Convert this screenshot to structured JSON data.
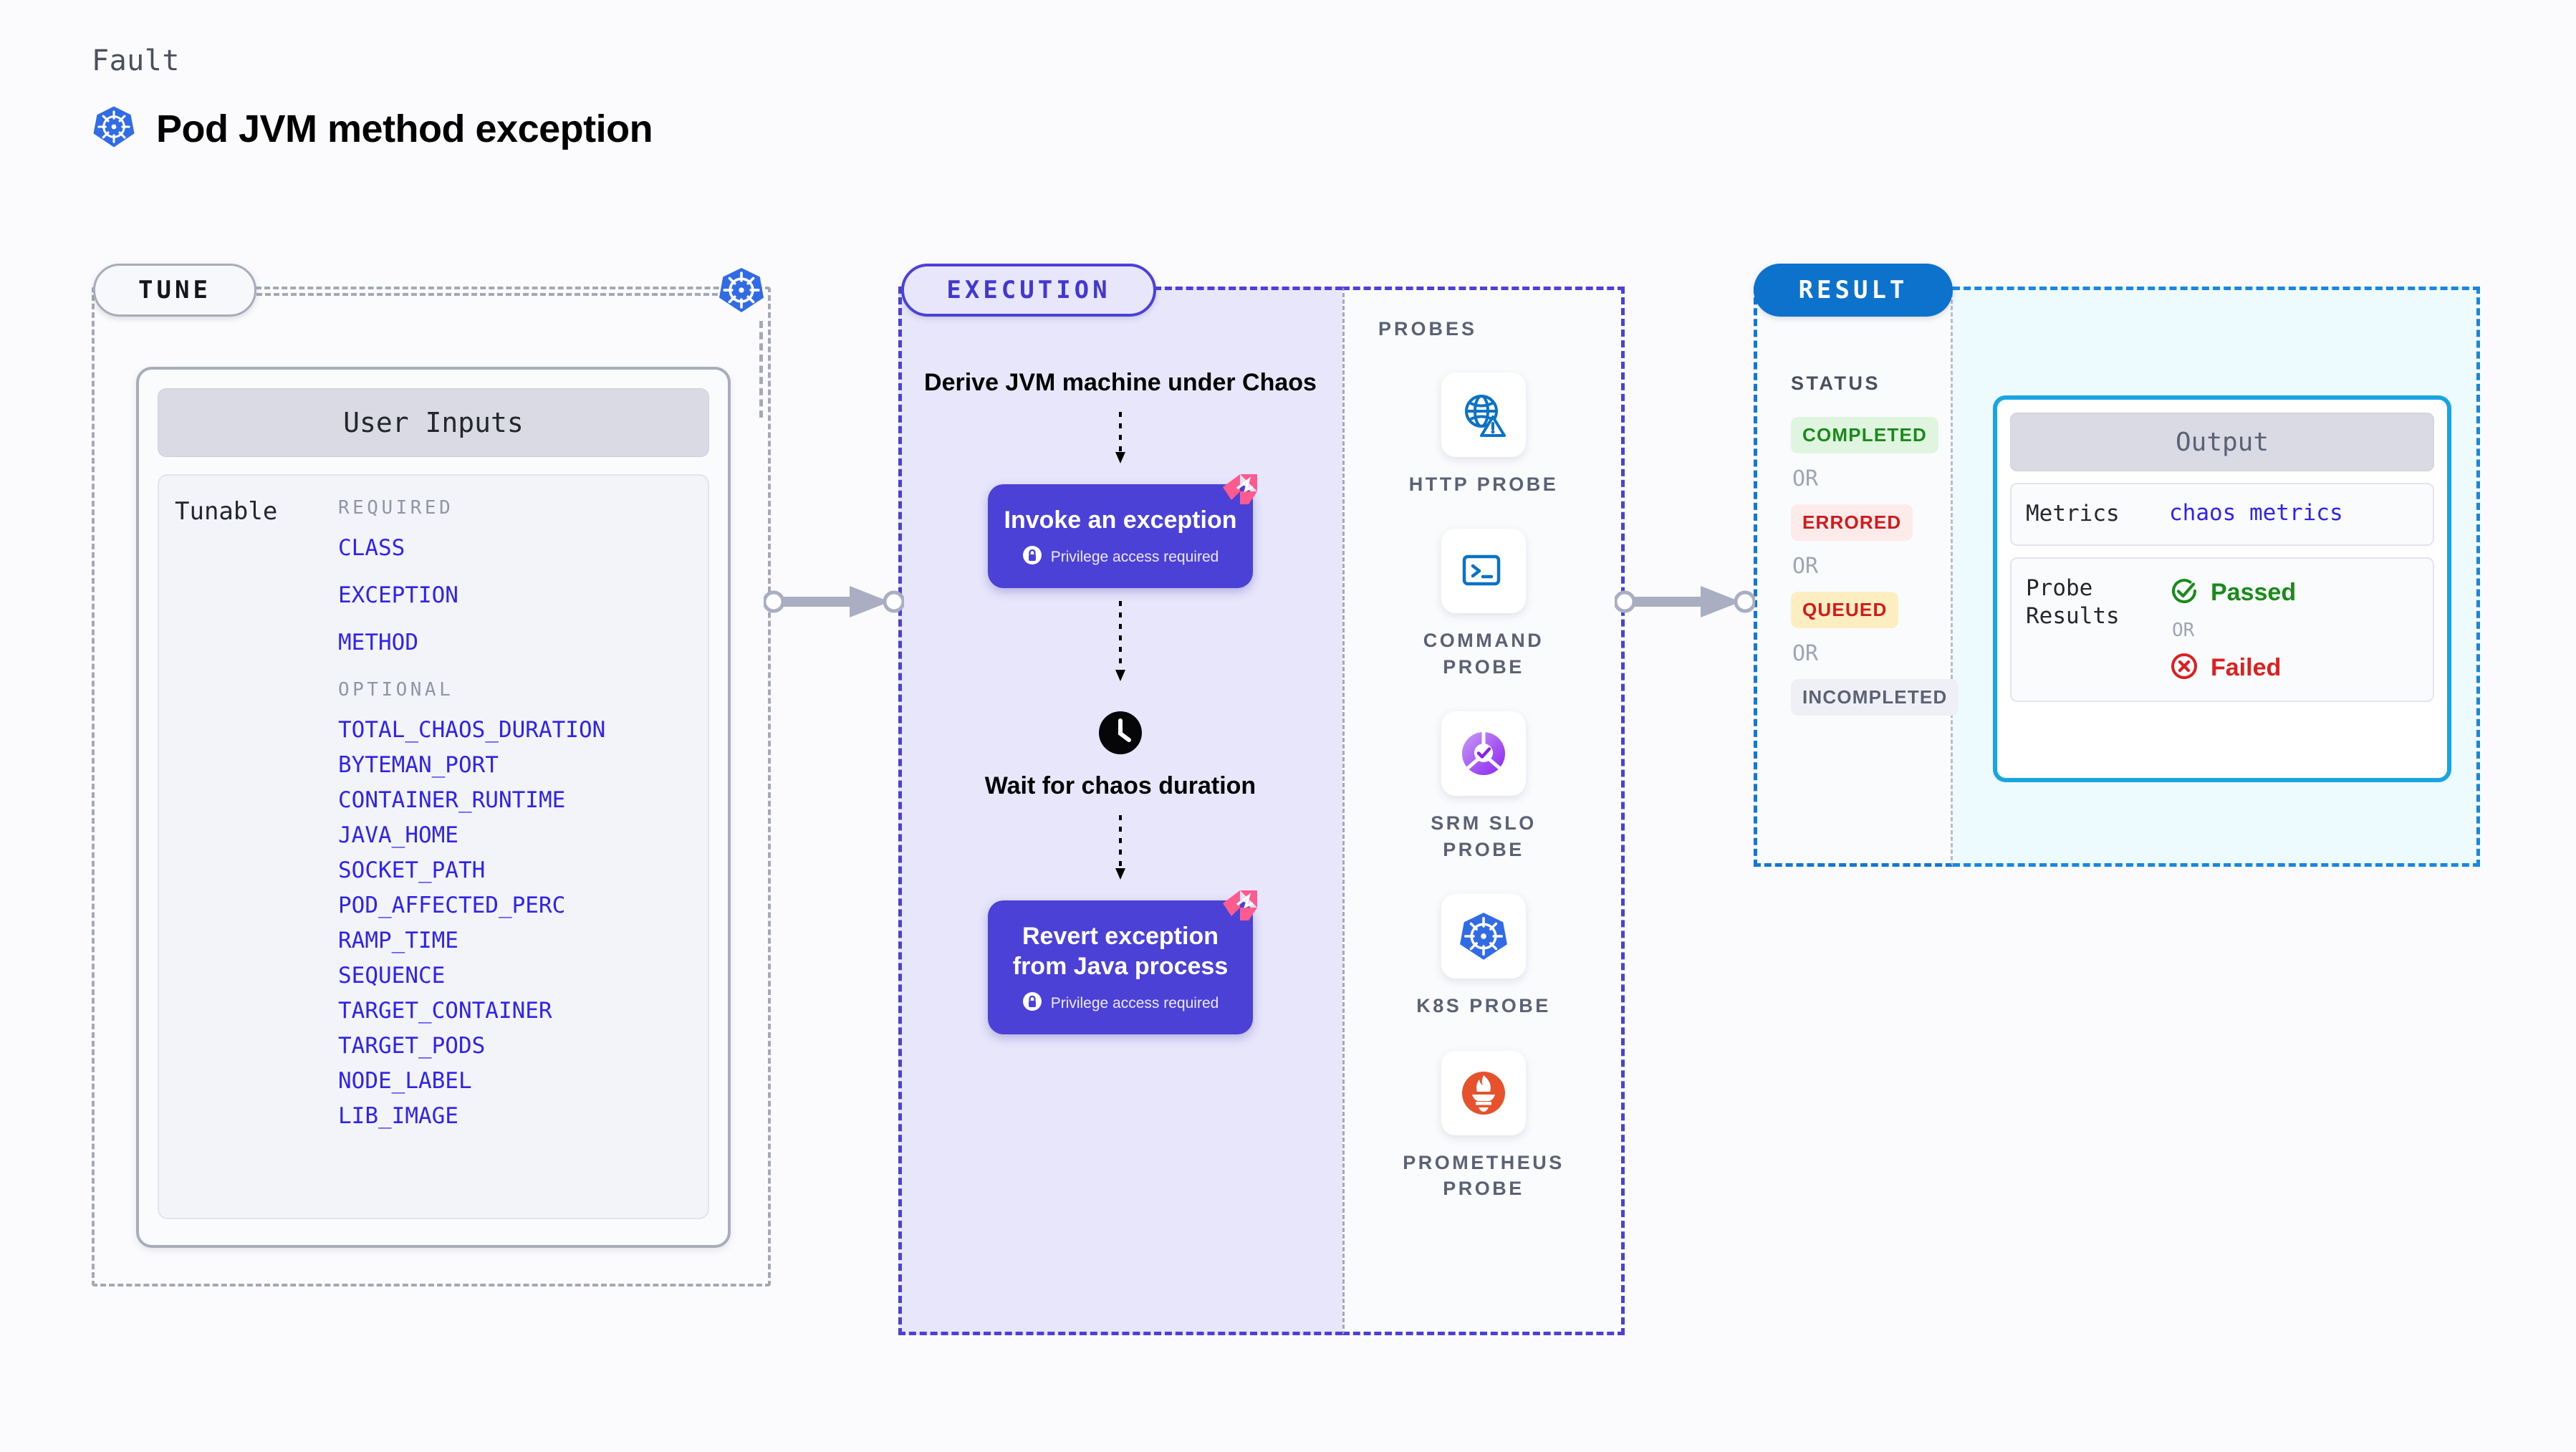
{
  "header": {
    "eyebrow": "Fault",
    "title": "Pod JVM method exception",
    "icon": "kubernetes-icon"
  },
  "sections": {
    "tune": {
      "pill_label": "TUNE",
      "card_title": "User Inputs",
      "tunable_label": "Tunable",
      "required_title": "REQUIRED",
      "required_params": [
        "CLASS",
        "EXCEPTION",
        "METHOD"
      ],
      "optional_title": "OPTIONAL",
      "optional_params": [
        "TOTAL_CHAOS_DURATION",
        "BYTEMAN_PORT",
        "CONTAINER_RUNTIME",
        "JAVA_HOME",
        "SOCKET_PATH",
        "POD_AFFECTED_PERC",
        "RAMP_TIME",
        "SEQUENCE",
        "TARGET_CONTAINER",
        "TARGET_PODS",
        "NODE_LABEL",
        "LIB_IMAGE"
      ]
    },
    "execution": {
      "pill_label": "EXECUTION",
      "step_label": "Derive JVM machine\nunder Chaos",
      "card_1": {
        "title": "Invoke an exception",
        "badge": "Privilege access required",
        "badge_icon": "lock-icon",
        "corner_icon": "litmus-ribbon-icon"
      },
      "wait": {
        "icon": "clock-icon",
        "label": "Wait for chaos\nduration"
      },
      "card_2": {
        "title": "Revert exception\nfrom Java process",
        "badge": "Privilege access required",
        "badge_icon": "lock-icon",
        "corner_icon": "litmus-ribbon-icon"
      }
    },
    "probes": {
      "title": "PROBES",
      "items": [
        {
          "name": "HTTP  PROBE",
          "icon": "globe-warning-icon"
        },
        {
          "name": "COMMAND\nPROBE",
          "icon": "terminal-icon"
        },
        {
          "name": "SRM  SLO\nPROBE",
          "icon": "srm-slo-icon"
        },
        {
          "name": "K8S  PROBE",
          "icon": "kubernetes-icon"
        },
        {
          "name": "PROMETHEUS\nPROBE",
          "icon": "prometheus-icon"
        }
      ]
    },
    "result": {
      "pill_label": "RESULT",
      "status_title": "STATUS",
      "or_label": "OR",
      "statuses": [
        {
          "label": "COMPLETED",
          "bg": "#dff5df",
          "fg": "#1a8a1a"
        },
        {
          "label": "ERRORED",
          "bg": "#fdeaea",
          "fg": "#cf1b1b"
        },
        {
          "label": "QUEUED",
          "bg": "#fdeec2",
          "fg": "#cf1b1b"
        },
        {
          "label": "INCOMPLETED",
          "bg": "#eff0f5",
          "fg": "#5c6275"
        }
      ],
      "output": {
        "title": "Output",
        "metrics_label": "Metrics",
        "metrics_value": "chaos metrics",
        "probe_results_label": "Probe\nResults",
        "passed_label": "Passed",
        "passed_icon": "check-circle-icon",
        "or_label": "OR",
        "failed_label": "Failed",
        "failed_icon": "x-circle-icon"
      }
    }
  },
  "colors": {
    "accent_purple": "#4c41d6",
    "accent_blue": "#0d72cb",
    "output_border": "#19a5e0",
    "param_link": "#2f24e8",
    "litmus_pink": "#fb5b8f",
    "k8s_blue": "#326ce5",
    "prometheus_orange": "#e6522c"
  }
}
